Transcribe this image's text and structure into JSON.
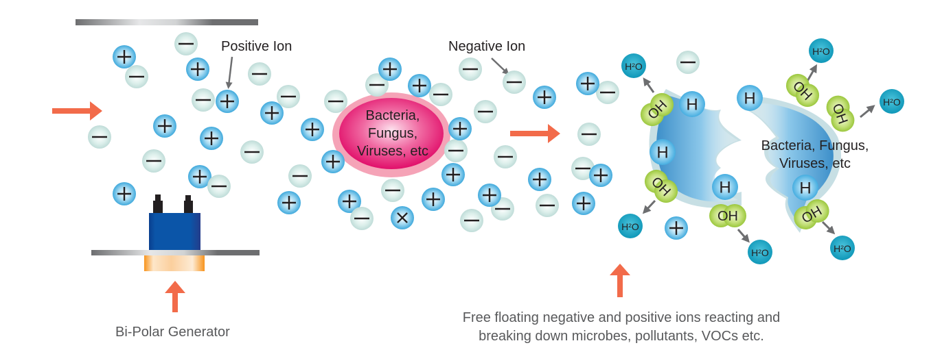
{
  "diagram": {
    "title": "Bi-Polar Ionization Process",
    "labels": {
      "positive_ion": "Positive Ion",
      "negative_ion": "Negative Ion",
      "microbe_target": "Bacteria, Fungus, Viruses, etc",
      "microbe_target_lines": [
        "Bacteria,",
        "Fungus,",
        "Viruses, etc"
      ],
      "microbe_result_lines": [
        "Bacteria, Fungus,",
        "Viruses, etc"
      ],
      "generator": "Bi-Polar Generator",
      "caption_lines": [
        "Free floating negative and positive ions reacting and",
        "breaking down microbes, pollutants, VOCs etc."
      ]
    },
    "ion_symbols": {
      "positive": "+",
      "negative": "−",
      "hydrogen": "H",
      "hydroxyl": "OH",
      "water": "H²O"
    },
    "colors": {
      "positive_ion": "#4fb3e0",
      "negative_ion": "#cfe6e2",
      "hydrogen": "#5bbde6",
      "hydroxyl": "#a8cf45",
      "water": "#1aa3c2",
      "microbe": "#e8126f",
      "microbe_ring": "#f5a3b7",
      "flow_arrow": "#f26b4a",
      "pointer_arrow": "#6d6e70",
      "generator_body": "#0b4fa3",
      "generator_base": "#f7941d",
      "plate": "#7a7a7c",
      "text": "#231f20",
      "caption_text": "#58595b"
    },
    "icons": {
      "flow": "arrow-right-icon",
      "generator_feed": "arrow-up-icon",
      "pointer": "pointer-arrow-icon"
    }
  }
}
